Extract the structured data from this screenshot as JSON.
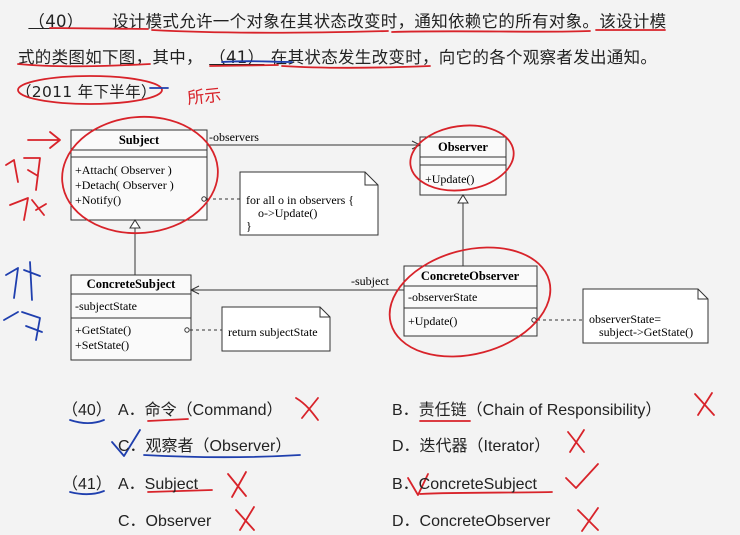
{
  "question": {
    "line1_num": "（40）",
    "line1_text": "设计模式允许一个对象在其状态改变时，通知依赖它的所有对象。该设计模",
    "line2_start": "式的类图如下图，其中，",
    "line2_num": "（41）",
    "line2_text": "在其状态发生改变时，向它的各个观察者发出通知。",
    "source": "（2011 年下半年）"
  },
  "annotations": {
    "handwritten_top": "所示"
  },
  "uml": {
    "subject": {
      "name": "Subject",
      "ops": [
        "+Attach( Observer )",
        "+Detach( Observer )",
        "+Notify()"
      ]
    },
    "observer": {
      "name": "Observer",
      "ops": [
        "+Update()"
      ]
    },
    "concrete_subject": {
      "name": "ConcreteSubject",
      "attrs": [
        "-subjectState"
      ],
      "ops": [
        "+GetState()",
        "+SetState()"
      ]
    },
    "concrete_observer": {
      "name": "ConcreteObserver",
      "attrs": [
        "-observerState"
      ],
      "ops": [
        "+Update()"
      ]
    },
    "assoc_observers": "-observers",
    "assoc_subject": "-subject",
    "note_notify": [
      "for all o in observers {",
      "o->Update()",
      "}"
    ],
    "note_getstate": "return subjectState",
    "note_update": [
      "observerState=",
      "subject->GetState()"
    ]
  },
  "options": {
    "q40": {
      "num": "（40）",
      "A": "A．命令（Command）",
      "B": "B．责任链（Chain of Responsibility）",
      "C": "C．观察者（Observer）",
      "D": "D．迭代器（Iterator）"
    },
    "q41": {
      "num": "（41）",
      "A": "A．Subject",
      "B": "B．ConcreteSubject",
      "C": "C．Observer",
      "D": "D．ConcreteObserver"
    }
  },
  "colors": {
    "text": "#222222",
    "ink_red": "#d8232a",
    "ink_blue": "#1f3fae",
    "uml_line": "#333333"
  }
}
